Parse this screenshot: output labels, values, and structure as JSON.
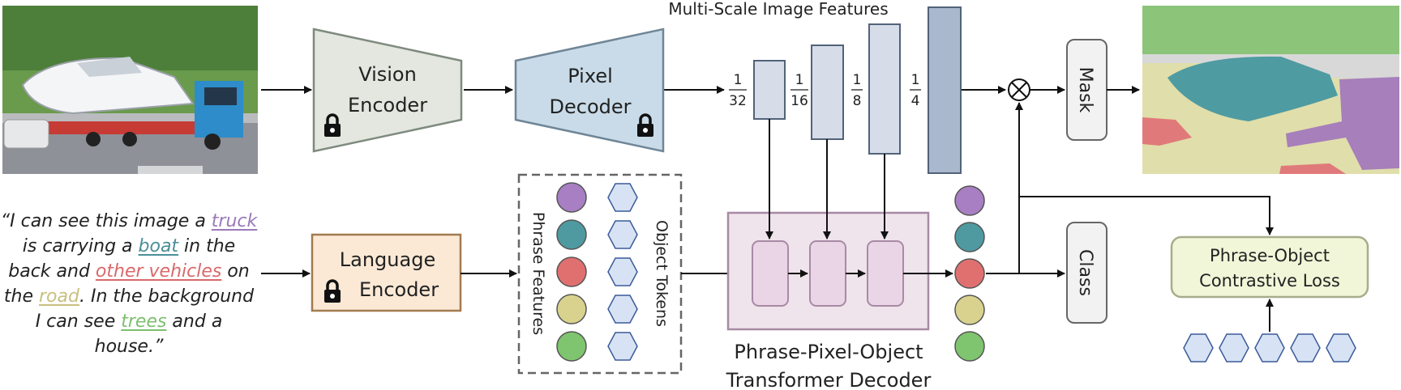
{
  "diagram": {
    "vision_encoder": "Vision Encoder",
    "vision_encoder_lines": [
      "Vision",
      "Encoder"
    ],
    "pixel_decoder_lines": [
      "Pixel",
      "Decoder"
    ],
    "language_encoder_lines": [
      "Language",
      "Encoder"
    ],
    "multiscale_title": "Multi-Scale Image Features",
    "scales": [
      {
        "num": "1",
        "den": "32"
      },
      {
        "num": "1",
        "den": "16"
      },
      {
        "num": "1",
        "den": "8"
      },
      {
        "num": "1",
        "den": "4"
      }
    ],
    "phrase_features_label": "Phrase Features",
    "object_tokens_label": "Object Tokens",
    "transformer_lines": [
      "Phrase-Pixel-Object",
      "Transformer Decoder"
    ],
    "mask_label": "Mask",
    "class_label": "Class",
    "contrastive_lines": [
      "Phrase-Object",
      "Contrastive Loss"
    ],
    "multiply_symbol": "⊗"
  },
  "caption": {
    "segments": [
      {
        "text": "“I can see this image a ",
        "color": "#222222"
      },
      {
        "text": "truck",
        "color": "#9a79b8",
        "highlight": true
      },
      {
        "text": " is carrying a ",
        "color": "#222222"
      },
      {
        "text": "boat",
        "color": "#4b8f98",
        "highlight": true
      },
      {
        "text": " in the back and ",
        "color": "#222222"
      },
      {
        "text": "other vehicles",
        "color": "#d9696b",
        "highlight": true
      },
      {
        "text": " on the ",
        "color": "#222222"
      },
      {
        "text": "road",
        "color": "#c9c080",
        "highlight": true
      },
      {
        "text": ". In the background I can see ",
        "color": "#222222"
      },
      {
        "text": "trees",
        "color": "#7cbf6e",
        "highlight": true
      },
      {
        "text": " and a house.”",
        "color": "#222222"
      }
    ]
  },
  "colors": {
    "vision_fill": "#e3e7df",
    "vision_stroke": "#7f8a7f",
    "pixel_fill": "#c9dbe8",
    "pixel_stroke": "#6f8697",
    "lang_fill": "#fbe9d6",
    "lang_stroke": "#a37a4e",
    "feat_fill": "#d6dde8",
    "feat_stroke": "#52627a",
    "tdec_fill": "#efe3ec",
    "tdec_stroke": "#a88aa5",
    "loss_fill": "#f1f6d8",
    "loss_stroke": "#a7ad8a",
    "hex_fill": "#d7e3f4",
    "hex_stroke": "#3b5a9a",
    "phrase_colors": [
      "#a77fc2",
      "#4e9aa0",
      "#e07070",
      "#d9d28e",
      "#7fc46f"
    ]
  },
  "icons": [
    "lock-icon",
    "multiply-icon",
    "arrow-icon",
    "hexagon-token-icon",
    "phrase-circle-icon"
  ]
}
